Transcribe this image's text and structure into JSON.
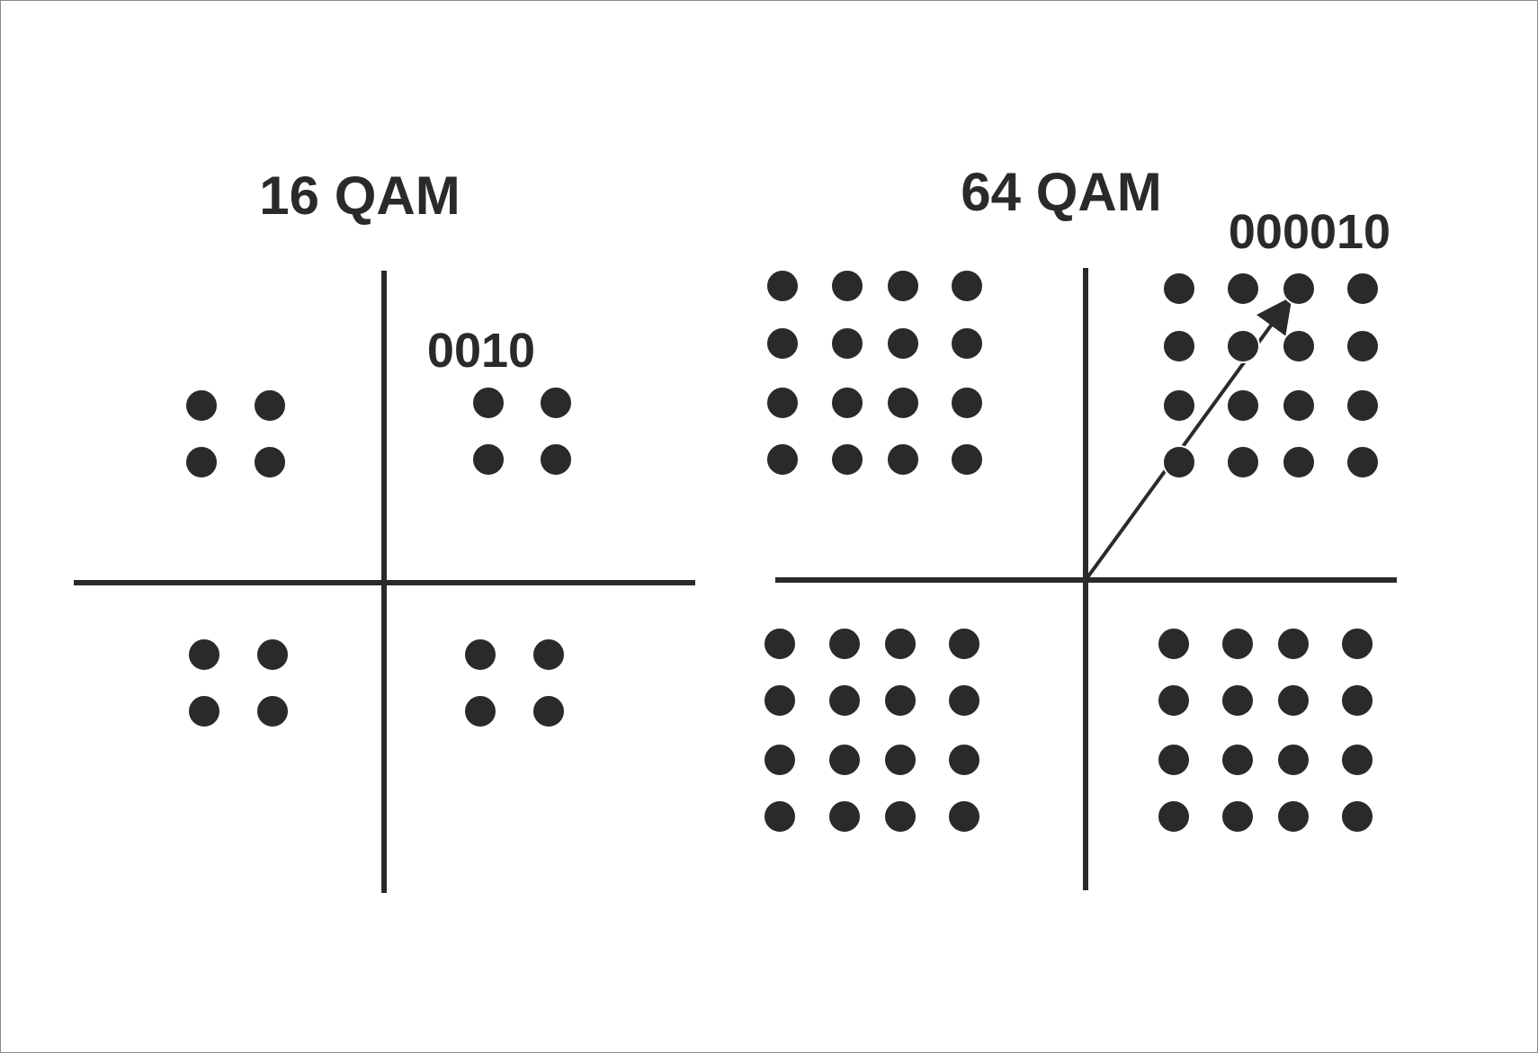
{
  "diagram": {
    "title_16qam": "16 QAM",
    "title_64qam": "64 QAM",
    "label_16qam_point": "0010",
    "label_64qam_point": "000010",
    "constellations": [
      {
        "name": "16 QAM",
        "points_per_quadrant": "2x2",
        "highlighted_symbol": "0010"
      },
      {
        "name": "64 QAM",
        "points_per_quadrant": "4x4",
        "highlighted_symbol": "000010"
      }
    ],
    "colors": {
      "ink": "#2b2a28",
      "background": "#ffffff"
    }
  }
}
